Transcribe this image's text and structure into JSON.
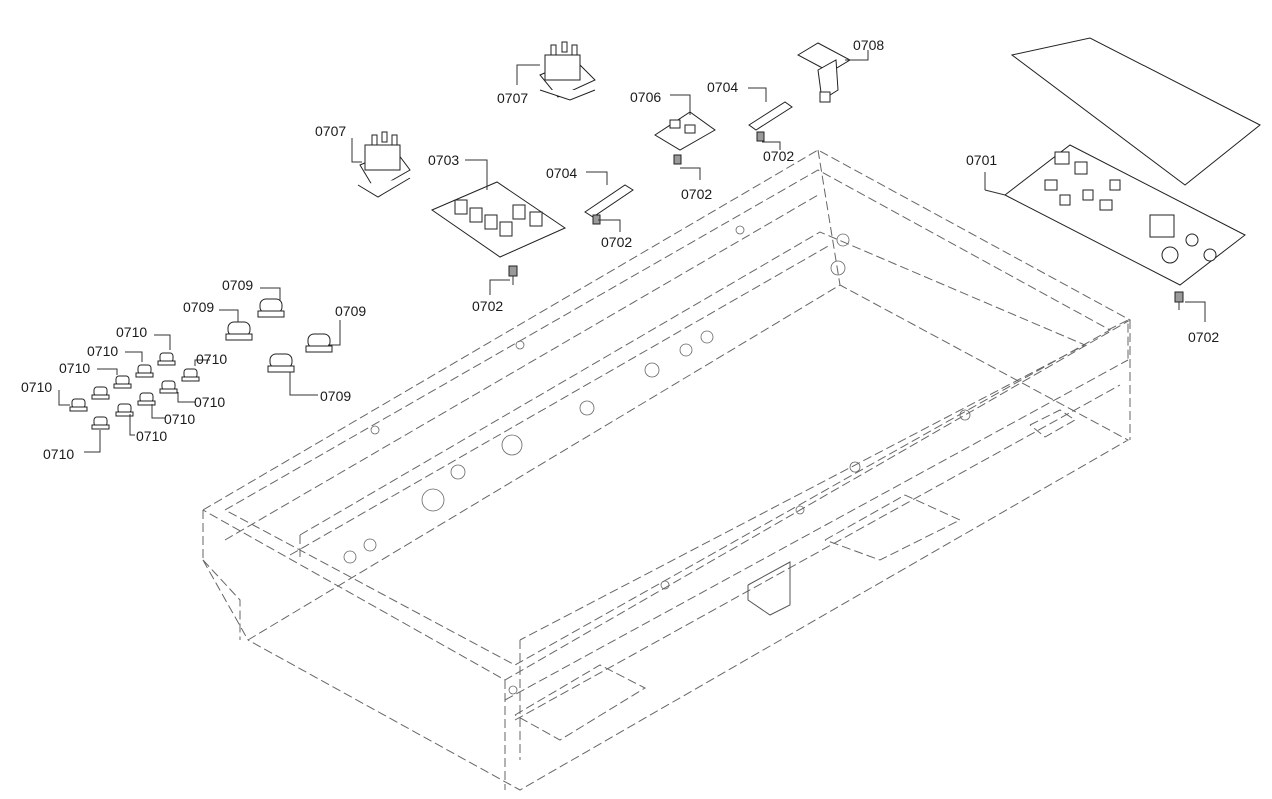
{
  "diagram": {
    "labels": {
      "l0701": "0701",
      "l0702a": "0702",
      "l0702b": "0702",
      "l0702c": "0702",
      "l0702d": "0702",
      "l0702e": "0702",
      "l0703": "0703",
      "l0704a": "0704",
      "l0704b": "0704",
      "l0706": "0706",
      "l0707a": "0707",
      "l0707b": "0707",
      "l0708": "0708",
      "l0709a": "0709",
      "l0709b": "0709",
      "l0709c": "0709",
      "l0709d": "0709",
      "l0710a": "0710",
      "l0710b": "0710",
      "l0710c": "0710",
      "l0710d": "0710",
      "l0710e": "0710",
      "l0710f": "0710",
      "l0710g": "0710",
      "l0710h": "0710"
    }
  }
}
